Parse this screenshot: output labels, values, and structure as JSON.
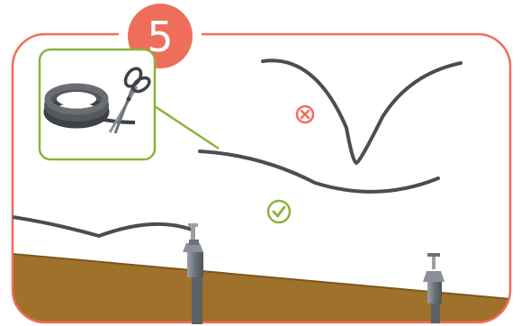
{
  "step": {
    "number": "5",
    "badge_color": "#ef6e5b",
    "frame_color": "#ef6e5b"
  },
  "inset": {
    "border_color": "#8cb33c",
    "icons": [
      "hose-coil-icon",
      "scissors-icon"
    ]
  },
  "examples": [
    {
      "state": "incorrect",
      "icon": "cross-circle-icon",
      "color": "#ef6e5b"
    },
    {
      "state": "correct",
      "icon": "check-circle-icon",
      "color": "#8cb33c"
    }
  ],
  "colors": {
    "tubing": "#4a4e53",
    "soil": "#a0712a",
    "soil_dark": "#7e561d",
    "sprinkler": "#7a7f85"
  }
}
